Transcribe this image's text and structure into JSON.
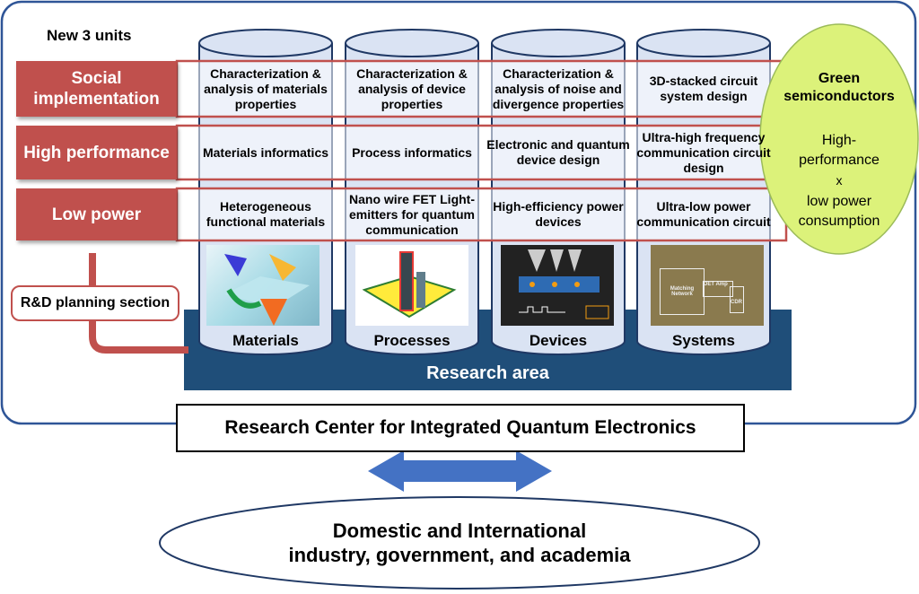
{
  "title": "New 3 units",
  "rows": [
    {
      "label": "Social implementation"
    },
    {
      "label": "High performance"
    },
    {
      "label": "Low power"
    }
  ],
  "columns": [
    {
      "label": "Materials",
      "cells": [
        "Characterization & analysis of materials properties",
        "Materials informatics",
        "Heterogeneous functional materials"
      ],
      "image": "nanowire-material-device-illustration"
    },
    {
      "label": "Processes",
      "cells": [
        "Characterization & analysis of device properties",
        "Process informatics",
        "Nano wire FET Light-emitters for quantum communication"
      ],
      "image": "nanowire-fet-structure-illustration"
    },
    {
      "label": "Devices",
      "cells": [
        "Characterization & analysis of noise and divergence properties",
        "Electronic and quantum device design",
        "High-efficiency power devices"
      ],
      "image": "electron-trap-device-illustration"
    },
    {
      "label": "Systems",
      "cells": [
        "3D-stacked circuit system design",
        "Ultra-high frequency communication circuit design",
        "Ultra-low power communication circuit"
      ],
      "image": "circuit-chip-photo"
    }
  ],
  "green": {
    "title": "Green semiconductors",
    "line1": "High-performance",
    "line2": "x",
    "line3": "low power consumption"
  },
  "rd_planning": "R&D planning section",
  "research_area": "Research area",
  "center_name": "Research Center for Integrated Quantum Electronics",
  "partners_line1": "Domestic and International",
  "partners_line2": "industry, government, and academia",
  "thumb_text": {
    "chip_matching": "Matching Network",
    "chip_det": "DET Amp",
    "chip_cdr": "CDR"
  },
  "colors": {
    "red": "#c0504d",
    "navy": "#1f4e79",
    "cylinder": "#dae3f3",
    "green": "#dcf27a",
    "frame": "#2f5597"
  }
}
